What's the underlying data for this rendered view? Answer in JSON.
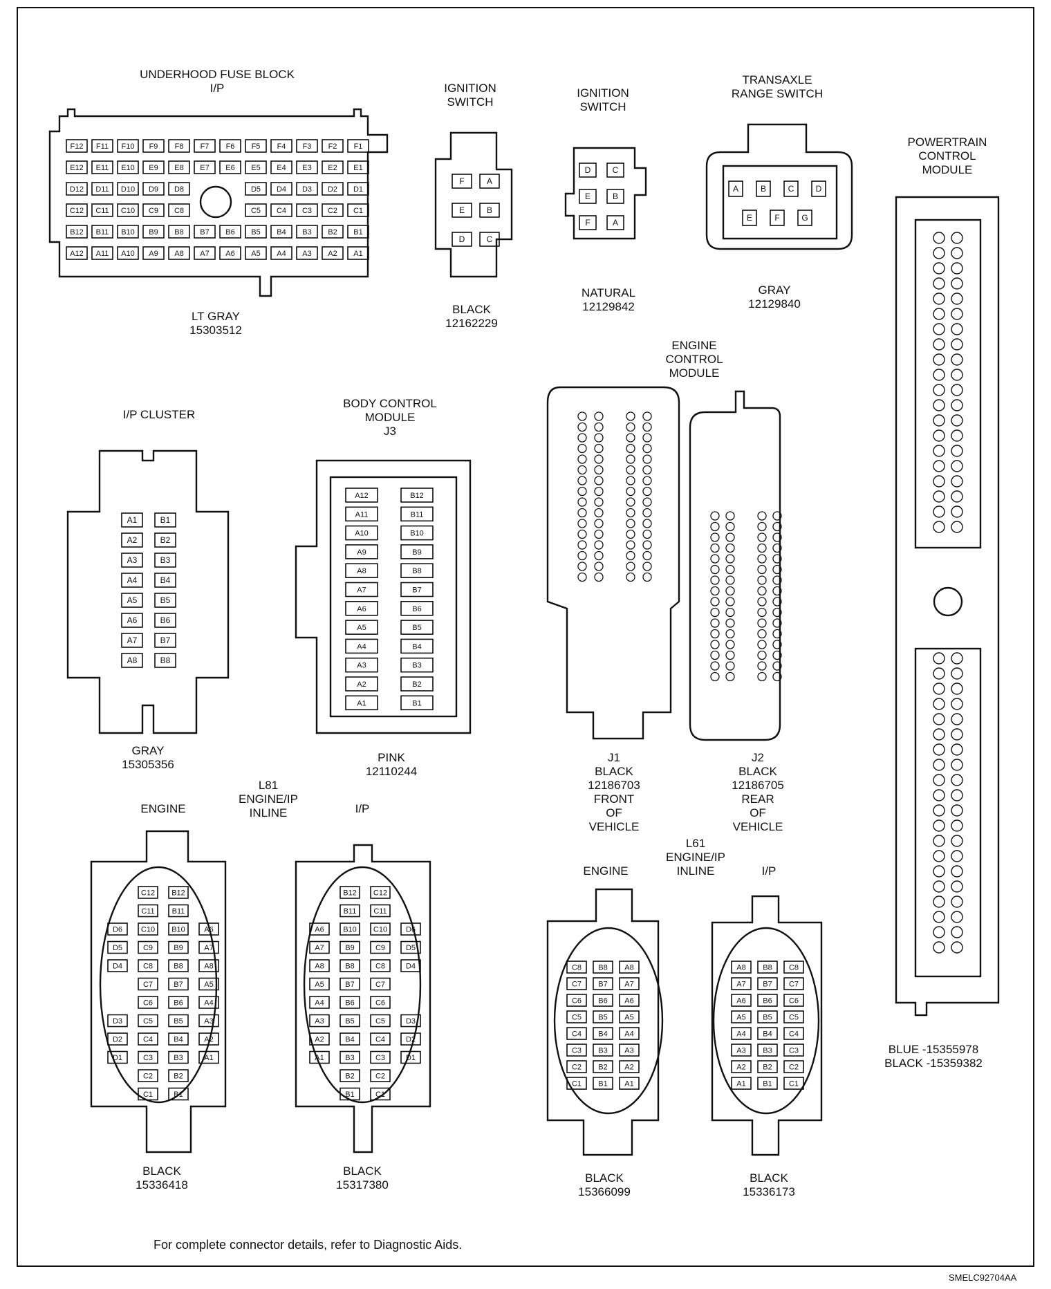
{
  "fuse_block": {
    "title": "UNDERHOOD FUSE BLOCK\nI/P",
    "color": "LT GRAY",
    "part": "15303512",
    "rows": [
      [
        "F12",
        "F11",
        "F10",
        "F9",
        "F8",
        "F7",
        "F6",
        "F5",
        "F4",
        "F3",
        "F2",
        "F1"
      ],
      [
        "E12",
        "E11",
        "E10",
        "E9",
        "E8",
        "E7",
        "E6",
        "E5",
        "E4",
        "E3",
        "E2",
        "E1"
      ],
      [
        "D12",
        "D11",
        "D10",
        "D9",
        "D8",
        "",
        "",
        "D5",
        "D4",
        "D3",
        "D2",
        "D1"
      ],
      [
        "C12",
        "C11",
        "C10",
        "C9",
        "C8",
        "",
        "",
        "C5",
        "C4",
        "C3",
        "C2",
        "C1"
      ],
      [
        "B12",
        "B11",
        "B10",
        "B9",
        "B8",
        "B7",
        "B6",
        "B5",
        "B4",
        "B3",
        "B2",
        "B1"
      ],
      [
        "A12",
        "A11",
        "A10",
        "A9",
        "A8",
        "A7",
        "A6",
        "A5",
        "A4",
        "A3",
        "A2",
        "A1"
      ]
    ]
  },
  "ignition_switch_black": {
    "title": "IGNITION\nSWITCH",
    "color": "BLACK",
    "part": "12162229",
    "rows": [
      [
        "F",
        "A"
      ],
      [
        "E",
        "B"
      ],
      [
        "D",
        "C"
      ]
    ]
  },
  "ignition_switch_natural": {
    "title": "IGNITION\nSWITCH",
    "color": "NATURAL",
    "part": "12129842",
    "rows": [
      [
        "D",
        "C"
      ],
      [
        "E",
        "B"
      ],
      [
        "F",
        "A"
      ]
    ]
  },
  "transaxle_switch": {
    "title": "TRANSAXLE\nRANGE SWITCH",
    "color": "GRAY",
    "part": "12129840",
    "rows": [
      [
        "A",
        "B",
        "C",
        "D"
      ],
      [
        "E",
        "F",
        "G"
      ]
    ]
  },
  "pcm": {
    "title": "POWERTRAIN\nCONTROL\nMODULE",
    "part_blue": "BLUE -15355978",
    "part_black": "BLACK -15359382"
  },
  "ip_cluster": {
    "title": "I/P CLUSTER",
    "color": "GRAY",
    "part": "15305356",
    "rows": [
      [
        "A1",
        "B1"
      ],
      [
        "A2",
        "B2"
      ],
      [
        "A3",
        "B3"
      ],
      [
        "A4",
        "B4"
      ],
      [
        "A5",
        "B5"
      ],
      [
        "A6",
        "B6"
      ],
      [
        "A7",
        "B7"
      ],
      [
        "A8",
        "B8"
      ]
    ]
  },
  "bcm": {
    "title": "BODY CONTROL\nMODULE\nJ3",
    "color": "PINK",
    "part": "12110244",
    "rows": [
      [
        "A12",
        "B12"
      ],
      [
        "A11",
        "B11"
      ],
      [
        "A10",
        "B10"
      ],
      [
        "A9",
        "B9"
      ],
      [
        "A8",
        "B8"
      ],
      [
        "A7",
        "B7"
      ],
      [
        "A6",
        "B6"
      ],
      [
        "A5",
        "B5"
      ],
      [
        "A4",
        "B4"
      ],
      [
        "A3",
        "B3"
      ],
      [
        "A2",
        "B2"
      ],
      [
        "A1",
        "B1"
      ]
    ]
  },
  "ecm": {
    "title": "ENGINE\nCONTROL\nMODULE",
    "j1_label": "J1\nBLACK\n12186703\nFRONT\nOF\nVEHICLE",
    "j2_label": "J2\nBLACK\n12186705\nREAR\nOF\nVEHICLE"
  },
  "l81": {
    "title": "L81\nENGINE/IP\nINLINE",
    "engine_side": "ENGINE",
    "ip_side": "I/P",
    "engine_color": "BLACK",
    "engine_part": "15336418",
    "ip_color": "BLACK",
    "ip_part": "15317380",
    "engine_rows": [
      [
        "",
        "C12",
        "B12",
        ""
      ],
      [
        "",
        "C11",
        "B11",
        ""
      ],
      [
        "D6",
        "C10",
        "B10",
        "A6"
      ],
      [
        "D5",
        "C9",
        "B9",
        "A7"
      ],
      [
        "D4",
        "C8",
        "B8",
        "A8"
      ],
      [
        "",
        "C7",
        "B7",
        "A5"
      ],
      [
        "",
        "C6",
        "B6",
        "A4"
      ],
      [
        "D3",
        "C5",
        "B5",
        "A3"
      ],
      [
        "D2",
        "C4",
        "B4",
        "A2"
      ],
      [
        "D1",
        "C3",
        "B3",
        "A1"
      ],
      [
        "",
        "C2",
        "B2",
        ""
      ],
      [
        "",
        "C1",
        "B1",
        ""
      ]
    ],
    "ip_rows": [
      [
        "",
        "B12",
        "C12",
        ""
      ],
      [
        "",
        "B11",
        "C11",
        ""
      ],
      [
        "A6",
        "B10",
        "C10",
        "D6"
      ],
      [
        "A7",
        "B9",
        "C9",
        "D5"
      ],
      [
        "A8",
        "B8",
        "C8",
        "D4"
      ],
      [
        "A5",
        "B7",
        "C7",
        ""
      ],
      [
        "A4",
        "B6",
        "C6",
        ""
      ],
      [
        "A3",
        "B5",
        "C5",
        "D3"
      ],
      [
        "A2",
        "B4",
        "C4",
        "D2"
      ],
      [
        "A1",
        "B3",
        "C3",
        "D1"
      ],
      [
        "",
        "B2",
        "C2",
        ""
      ],
      [
        "",
        "B1",
        "C1",
        ""
      ]
    ]
  },
  "l61": {
    "title": "L61\nENGINE/IP\nINLINE",
    "engine_side": "ENGINE",
    "ip_side": "I/P",
    "engine_color": "BLACK",
    "engine_part": "15366099",
    "ip_color": "BLACK",
    "ip_part": "15336173",
    "engine_rows": [
      [
        "C8",
        "B8",
        "A8"
      ],
      [
        "C7",
        "B7",
        "A7"
      ],
      [
        "C6",
        "B6",
        "A6"
      ],
      [
        "C5",
        "B5",
        "A5"
      ],
      [
        "C4",
        "B4",
        "A4"
      ],
      [
        "C3",
        "B3",
        "A3"
      ],
      [
        "C2",
        "B2",
        "A2"
      ],
      [
        "C1",
        "B1",
        "A1"
      ]
    ],
    "ip_rows": [
      [
        "A8",
        "B8",
        "C8"
      ],
      [
        "A7",
        "B7",
        "C7"
      ],
      [
        "A6",
        "B6",
        "C6"
      ],
      [
        "A5",
        "B5",
        "C5"
      ],
      [
        "A4",
        "B4",
        "C4"
      ],
      [
        "A3",
        "B3",
        "C3"
      ],
      [
        "A2",
        "B2",
        "C2"
      ],
      [
        "A1",
        "B1",
        "C1"
      ]
    ]
  },
  "footnote": "For complete connector details, refer to Diagnostic Aids.",
  "figure_code": "SMELC92704AA"
}
